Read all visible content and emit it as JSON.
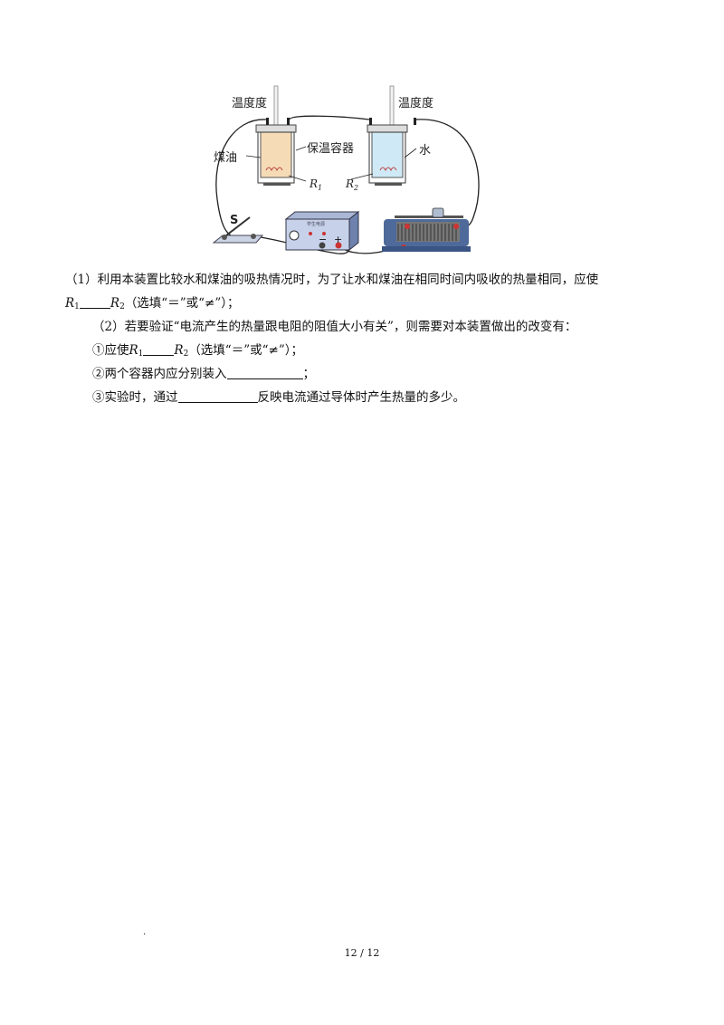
{
  "diagram": {
    "thermometer_left": "温度度",
    "thermometer_right": "温度度",
    "kerosene": "煤油",
    "container": "保温容器",
    "water": "水",
    "r1": "R",
    "r1_sub": "1",
    "r2": "R",
    "r2_sub": "2",
    "switch": "S",
    "power_minus": "−",
    "power_plus": "+",
    "power_label": "学生电源"
  },
  "questions": {
    "q1_line1": "（1）利用本装置比较水和煤油的吸热情况时，为了让水和煤油在相同时间内吸收的热量相同，应使",
    "q1_r1": "R",
    "q1_r1_sub": "1",
    "q1_r2": "R",
    "q1_r2_sub": "2",
    "q1_suffix": "（选填“＝”或“≠”）；",
    "q2_intro": "（2）若要验证“电流产生的热量跟电阻的阻值大小有关”，则需要对本装置做出的改变有：",
    "q2a_prefix": "①应使",
    "q2a_r1": "R",
    "q2a_r1_sub": "1",
    "q2a_r2": "R",
    "q2a_r2_sub": "2",
    "q2a_suffix": "（选填“＝”或“≠”）；",
    "q2b_prefix": "②两个容器内应分别装入",
    "q2b_suffix": "；",
    "q2c_prefix": "③实验时，通过",
    "q2c_suffix": "反映电流通过导体时产生热量的多少。"
  },
  "footer": {
    "dot": ".",
    "page": "12 / 12"
  }
}
